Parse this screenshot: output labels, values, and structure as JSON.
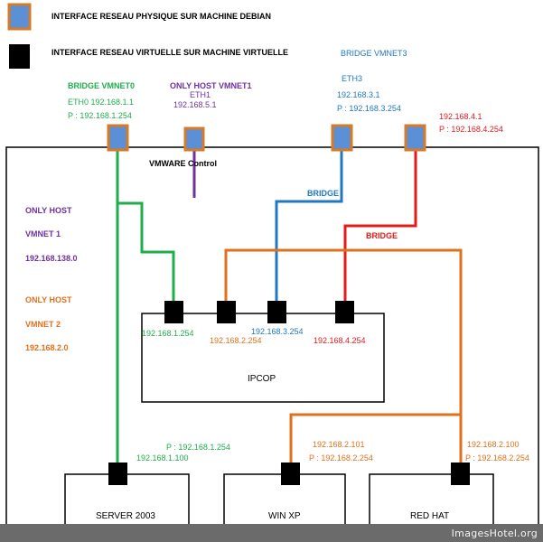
{
  "legend": {
    "physical": "INTERFACE RESEAU PHYSIQUE SUR MACHINE DEBIAN",
    "virtual": "INTERFACE RESEAU VIRTUELLE SUR MACHINE VIRTUELLE"
  },
  "host_interfaces": {
    "vmnet0": {
      "title": "BRIDGE VMNET0",
      "line1": "ETH0 192.168.1.1",
      "line2": "P : 192.168.1.254"
    },
    "vmnet1": {
      "title": "ONLY HOST VMNET1",
      "line1": "ETH1",
      "line2": "192.168.5.1"
    },
    "vmnet3": {
      "title": "BRIDGE VMNET3",
      "line1": "ETH3",
      "line2": "192.168.3.1",
      "line3": "P : 192.168.3.254"
    },
    "vmnet4": {
      "line1": "192.168.4.1",
      "line2": "P : 192.168.4.254"
    }
  },
  "labels": {
    "vmware_control": "VMWARE  Control",
    "bridge_blue": "BRIDGE",
    "bridge_red": "BRIDGE",
    "only_host_1": "ONLY HOST",
    "vmnet_1": "VMNET 1",
    "net_1": "192.168.138.0",
    "only_host_2": "ONLY HOST",
    "vmnet_2": "VMNET 2",
    "net_2": "192.168.2.0"
  },
  "ipcop": {
    "name": "IPCOP",
    "if1": "192.168.1.254",
    "if2": "192.168.2.254",
    "if3": "192.168.3.254",
    "if4": "192.168.4.254"
  },
  "machines": {
    "server": {
      "name": "SERVER  2003",
      "ip1": "P : 192.168.1.254",
      "ip2": "192.168.1.100"
    },
    "winxp": {
      "name": "WIN XP",
      "ip1": "192.168.2.101",
      "ip2": "P : 192.168.2.254"
    },
    "redhat": {
      "name": "RED HAT",
      "ip1": "192.168.2.100",
      "ip2": "P : 192.168.2.254"
    }
  },
  "watermark": "ImagesHotel.org",
  "colors": {
    "green": "#1fae4b",
    "purple": "#7030a0",
    "blue": "#1f78c1",
    "red": "#e31b1b",
    "orange": "#e0701c",
    "physical_fill": "#5b8fd6",
    "physical_border": "#d87b27",
    "virtual": "#000000"
  }
}
